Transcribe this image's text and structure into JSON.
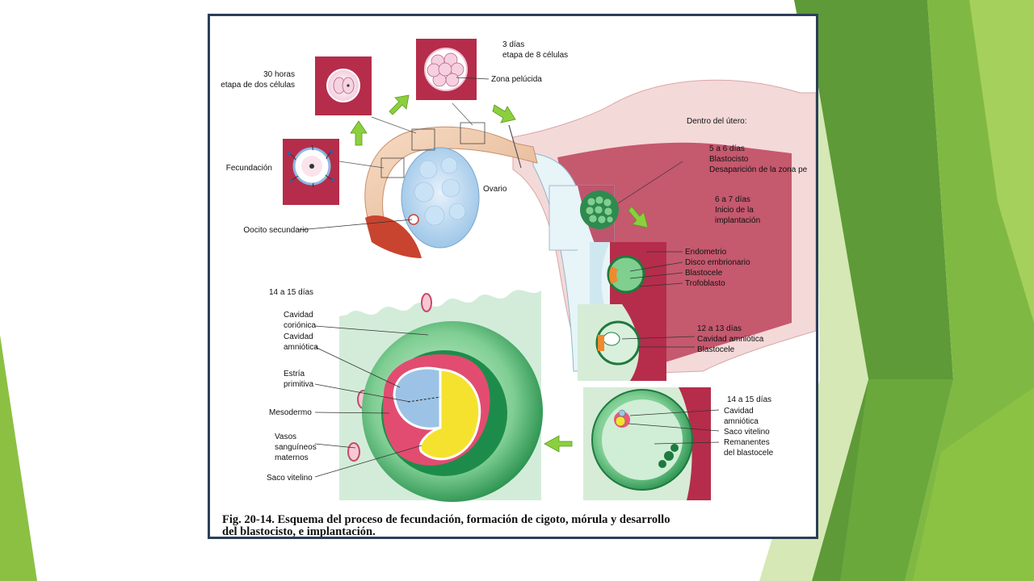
{
  "slide": {
    "theme_colors": {
      "green_dark": "#4f8a2a",
      "green_mid": "#7fb944",
      "green_light": "#c8e09b",
      "frame_border": "#2c3e5a"
    }
  },
  "figure": {
    "labels": {
      "dias_3": "3 días",
      "etapa_8": "etapa de 8 células",
      "horas_30": "30 horas",
      "etapa_2": "etapa de dos células",
      "zona_pelucida": "Zona pelúcida",
      "fecundacion": "Fecundación",
      "ovario": "Ovario",
      "oocito": "Oocito secundario",
      "dentro_utero": "Dentro del útero:",
      "dias_5_6": "5 a 6 días",
      "blastocisto": "Blastocisto",
      "desaparicion": "Desaparición de la zona pe",
      "dias_6_7": "6 a 7 días",
      "inicio": "Inicio de la",
      "implantacion": "implantación",
      "endometrio": "Endometrio",
      "disco": "Disco embrionario",
      "blastocele": "Blastocele",
      "trofoblasto": "Trofoblasto",
      "dias_12_13": "12 a 13 días",
      "cav_amniotica_long": "Cavidad amniótica",
      "blastocele_2": "Blastocele",
      "dias_14_15_left": "14 a 15 días",
      "cavidad": "Cavidad",
      "corionica": "coriónica",
      "cavidad_2": "Cavidad",
      "amniotica": "amniótica",
      "estria": "Estría",
      "primitiva": "primitiva",
      "mesodermo": "Mesodermo",
      "vasos": "Vasos",
      "sanguineos": "sanguíneos",
      "maternos": "maternos",
      "saco_vitelino_left": "Saco vitelino",
      "dias_14_15_right": "14 a 15 días",
      "cavidad_3": "Cavidad",
      "amniotica_3": "amniótica",
      "saco_vitelino_right": "Saco vitelino",
      "remanentes": "Remanentes",
      "del_blastocele": "del blastocele"
    },
    "caption": {
      "prefix": "Fig. 20-14.",
      "line1": " Esquema del proceso de fecundación, formación de cigoto, mórula y desarrollo",
      "line2": "del blastocisto, e implantación."
    }
  }
}
